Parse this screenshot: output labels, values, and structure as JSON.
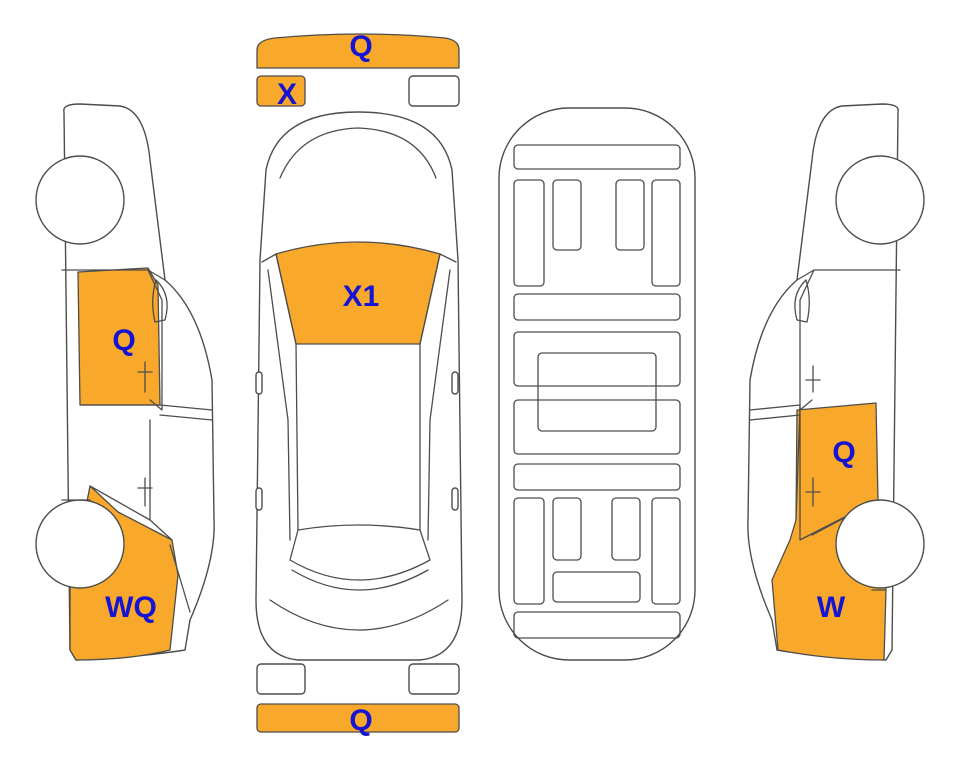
{
  "colors": {
    "damage_fill": "#f8a92b",
    "label_color": "#1414d2",
    "outline": "#4d4d4d"
  },
  "labels": {
    "front_bumper": "Q",
    "front_left_light": "X",
    "windshield": "X1",
    "rear_bumper": "Q",
    "left_front_door": "Q",
    "left_rear_fender": "WQ",
    "right_front_door": "Q",
    "right_rear_fender": "W"
  }
}
